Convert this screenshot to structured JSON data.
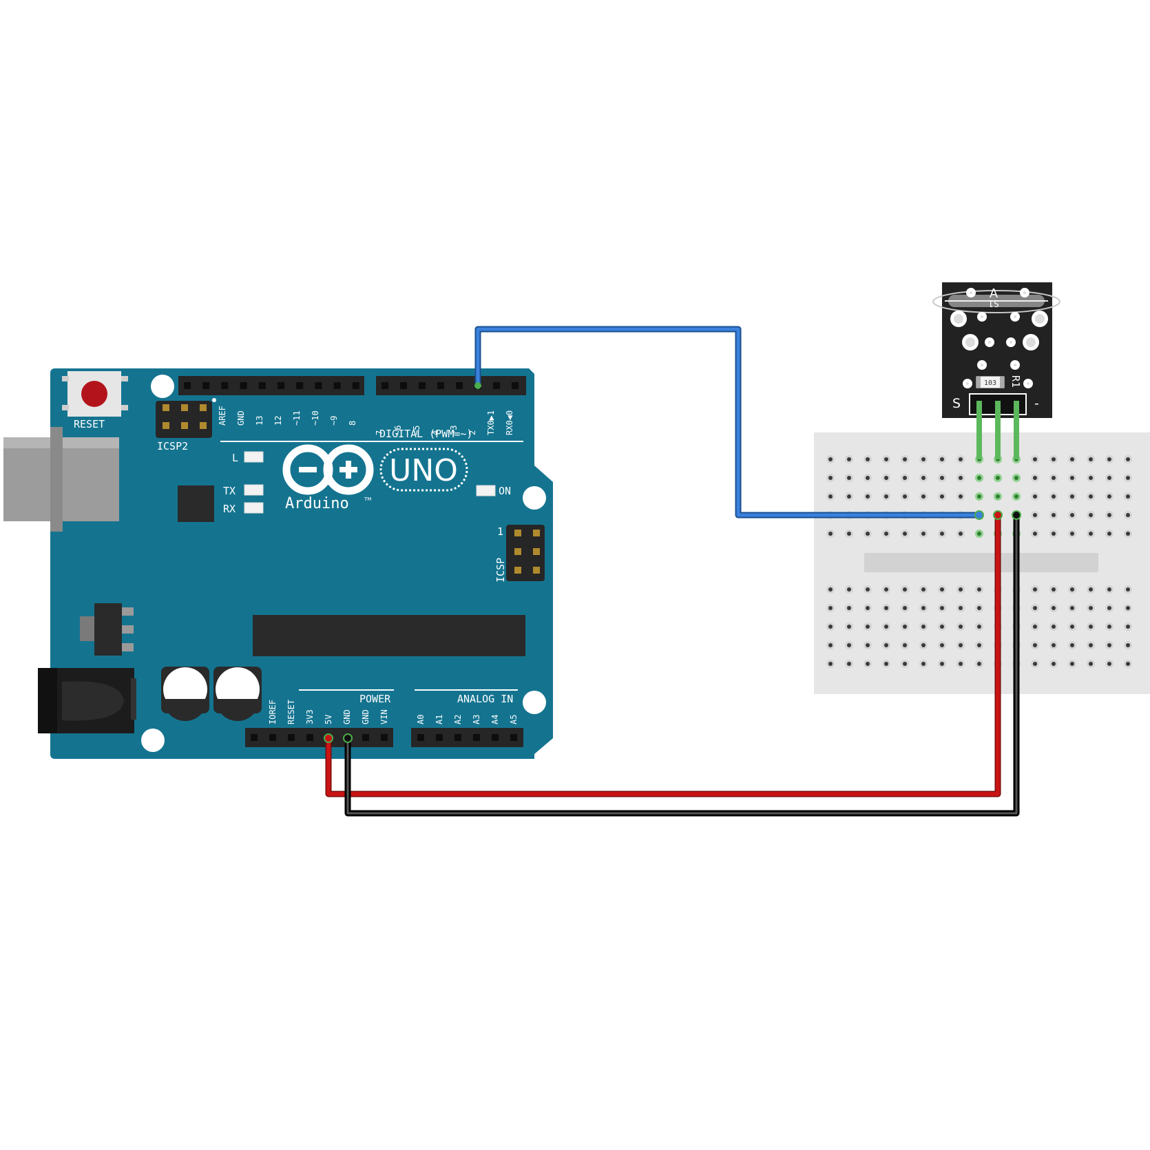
{
  "arduino": {
    "reset_label": "RESET",
    "icsp2_label": "ICSP2",
    "icsp_label": "ICSP",
    "icsp_pin1_label": "1",
    "l_label": "L",
    "tx_label": "TX",
    "rx_label": "RX",
    "on_label": "ON",
    "uno_label": "UNO",
    "brand_label": "Arduino",
    "trademark": "TM",
    "digital_label": "DIGITAL (PWM=~)",
    "power_label": "POWER",
    "analog_label": "ANALOG IN",
    "top_left_pins": [
      "AREF",
      "GND",
      "13",
      "12",
      "~11",
      "~10",
      "~9",
      "8"
    ],
    "top_right_pins": [
      "7",
      "~6",
      "~5",
      "4",
      "~3",
      "2",
      "TX0▶1",
      "RX0◀0"
    ],
    "power_pins": [
      "IOREF",
      "RESET",
      "3V3",
      "5V",
      "GND",
      "GND",
      "VIN"
    ],
    "analog_pins": [
      "A0",
      "A1",
      "A2",
      "A3",
      "A4",
      "A5"
    ],
    "colors": {
      "board": "#147490",
      "header": "#262626",
      "reset_button": "#b3141b"
    }
  },
  "sensor_module": {
    "reed_label": "A",
    "reed_ref": "S1",
    "resistor_value": "103",
    "resistor_ref": "R1",
    "signal_pin_label": "S",
    "ground_pin_label": "-",
    "colors": {
      "pcb": "#222222",
      "pins": "#5cb85c"
    }
  },
  "wires": [
    {
      "from": "2",
      "to": "S",
      "color": "#2e73c8"
    },
    {
      "from": "5V",
      "to": "middle pin",
      "color": "#c81414"
    },
    {
      "from": "GND",
      "to": "-",
      "color": "#1a1a1a"
    }
  ]
}
